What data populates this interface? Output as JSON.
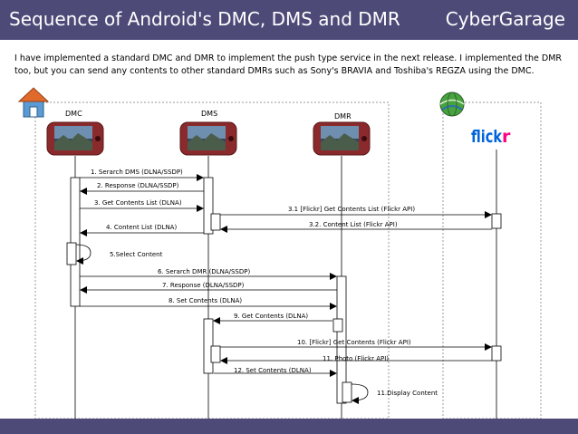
{
  "header": {
    "title": "Sequence of Android's DMC, DMS and DMR",
    "brand": "CyberGarage"
  },
  "description": "I have implemented a standard DMC and DMR to implement the push type service in the next release. I implemented the DMR too, but you can send any contents to other standard DMRs such as Sony's BRAVIA and Toshiba's REGZA using the DMC.",
  "icons": {
    "home": "house-icon",
    "internet": "globe-icon",
    "phone": "android-phone-icon"
  },
  "participants": [
    {
      "id": "dmc",
      "label": "DMC"
    },
    {
      "id": "dms",
      "label": "DMS"
    },
    {
      "id": "dmr",
      "label": "DMR"
    },
    {
      "id": "flickr",
      "label": "flickr"
    }
  ],
  "messages": [
    {
      "id": "m1",
      "label": "1. Serarch DMS (DLNA/SSDP)"
    },
    {
      "id": "m2",
      "label": "2. Response (DLNA/SSDP)"
    },
    {
      "id": "m3",
      "label": "3. Get Contents List (DLNA)"
    },
    {
      "id": "m31",
      "label": "3.1 [Flickr] Get Contents List (Flickr API)"
    },
    {
      "id": "m32",
      "label": "3.2. Content List (Flickr API)"
    },
    {
      "id": "m4",
      "label": "4. Content List (DLNA)"
    },
    {
      "id": "m5",
      "label": "5.Select Content"
    },
    {
      "id": "m6",
      "label": "6. Serarch DMR (DLNA/SSDP)"
    },
    {
      "id": "m7",
      "label": "7. Response (DLNA/SSDP)"
    },
    {
      "id": "m8",
      "label": "8. Set Contents (DLNA)"
    },
    {
      "id": "m9",
      "label": "9. Get Contents (DLNA)"
    },
    {
      "id": "m10",
      "label": "10. [Flickr] Get Contents (Flickr API)"
    },
    {
      "id": "m11",
      "label": "11. Photo (Flickr API)"
    },
    {
      "id": "m12",
      "label": "12. Set Contents (DLNA)"
    },
    {
      "id": "m111",
      "label": "11.Display Content"
    }
  ],
  "colors": {
    "header": "#4e4a78",
    "phone_body": "#8a2a2c",
    "flickr_blue": "#0063dc",
    "flickr_pink": "#ff0084"
  }
}
